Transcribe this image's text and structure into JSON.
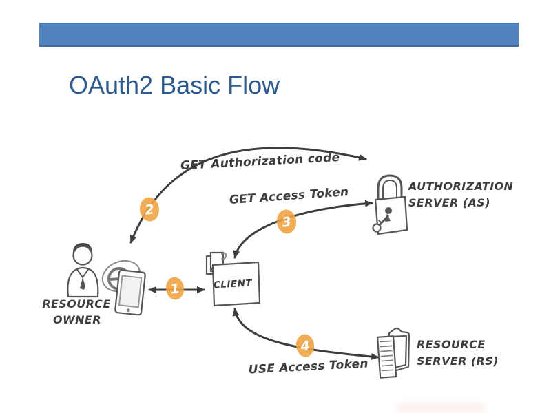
{
  "slide": {
    "title": "OAuth2 Basic Flow"
  },
  "colors": {
    "header_bar": "#4f81bd",
    "title_text": "#2d5a8d",
    "ink": "#3d3d3d",
    "badge": "#f0a442",
    "badge_text": "#ffffff"
  },
  "actors": {
    "resource_owner": {
      "line1": "RESOURCE",
      "line2": "OWNER"
    },
    "client": {
      "label": "CLIENT"
    },
    "authorization_server": {
      "line1": "AUTHORIZATION",
      "line2": "SERVER (AS)"
    },
    "resource_server": {
      "line1": "RESOURCE",
      "line2": "SERVER (RS)"
    }
  },
  "steps": [
    {
      "num": "1",
      "label": ""
    },
    {
      "num": "2",
      "label": "GET Authorization code"
    },
    {
      "num": "3",
      "label": "GET Access Token"
    },
    {
      "num": "4",
      "label": "USE Access Token"
    }
  ]
}
